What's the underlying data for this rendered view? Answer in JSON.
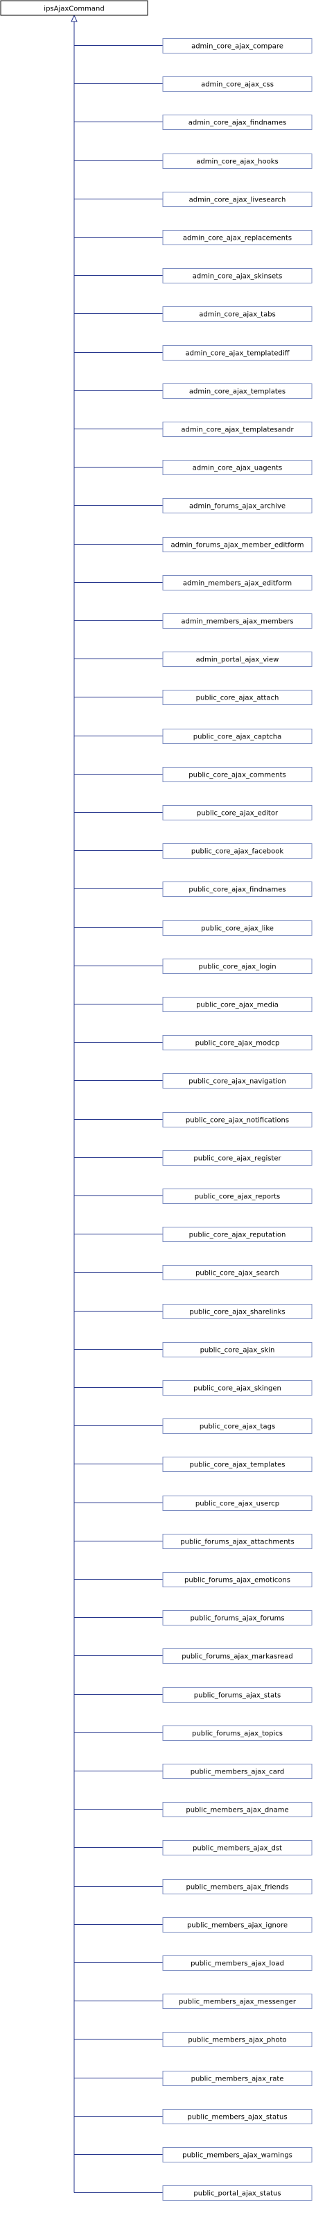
{
  "diagram": {
    "type": "class-inheritance",
    "base_class": "ipsAjaxCommand",
    "derived_classes": [
      "admin_core_ajax_compare",
      "admin_core_ajax_css",
      "admin_core_ajax_findnames",
      "admin_core_ajax_hooks",
      "admin_core_ajax_livesearch",
      "admin_core_ajax_replacements",
      "admin_core_ajax_skinsets",
      "admin_core_ajax_tabs",
      "admin_core_ajax_templatediff",
      "admin_core_ajax_templates",
      "admin_core_ajax_templatesandr",
      "admin_core_ajax_uagents",
      "admin_forums_ajax_archive",
      "admin_forums_ajax_member_editform",
      "admin_members_ajax_editform",
      "admin_members_ajax_members",
      "admin_portal_ajax_view",
      "public_core_ajax_attach",
      "public_core_ajax_captcha",
      "public_core_ajax_comments",
      "public_core_ajax_editor",
      "public_core_ajax_facebook",
      "public_core_ajax_findnames",
      "public_core_ajax_like",
      "public_core_ajax_login",
      "public_core_ajax_media",
      "public_core_ajax_modcp",
      "public_core_ajax_navigation",
      "public_core_ajax_notifications",
      "public_core_ajax_register",
      "public_core_ajax_reports",
      "public_core_ajax_reputation",
      "public_core_ajax_search",
      "public_core_ajax_sharelinks",
      "public_core_ajax_skin",
      "public_core_ajax_skingen",
      "public_core_ajax_tags",
      "public_core_ajax_templates",
      "public_core_ajax_usercp",
      "public_forums_ajax_attachments",
      "public_forums_ajax_emoticons",
      "public_forums_ajax_forums",
      "public_forums_ajax_markasread",
      "public_forums_ajax_stats",
      "public_forums_ajax_topics",
      "public_members_ajax_card",
      "public_members_ajax_dname",
      "public_members_ajax_dst",
      "public_members_ajax_friends",
      "public_members_ajax_ignore",
      "public_members_ajax_load",
      "public_members_ajax_messenger",
      "public_members_ajax_photo",
      "public_members_ajax_rate",
      "public_members_ajax_status",
      "public_members_ajax_warnings",
      "public_portal_ajax_status"
    ]
  },
  "colors": {
    "base_border": "#000000",
    "child_border": "#7d8ec2",
    "edge": "#25358c",
    "background": "#ffffff"
  }
}
